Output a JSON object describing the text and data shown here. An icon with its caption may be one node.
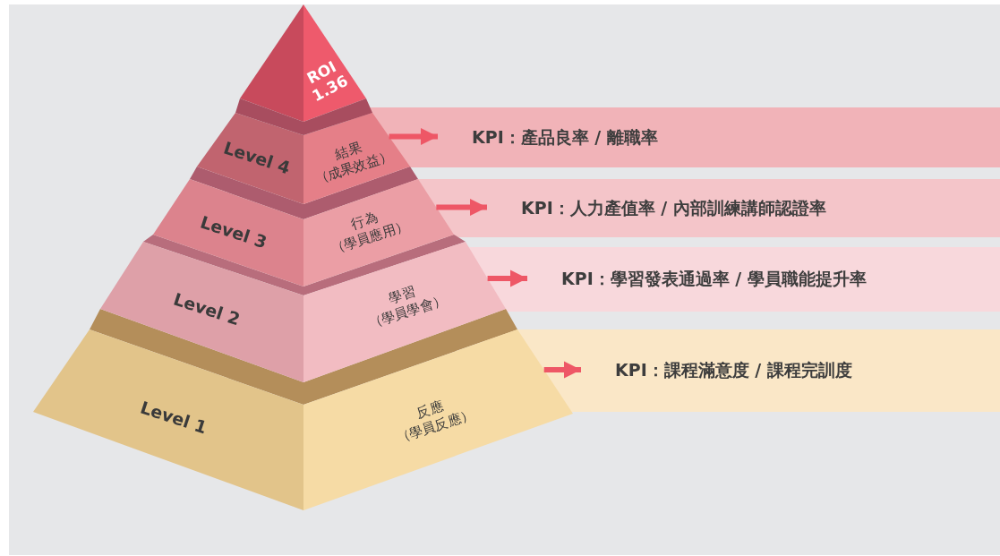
{
  "diagram": {
    "nodes": [
      {
        "text": [
          "ROI 1.36"
        ]
      },
      {
        "text": [
          "Level 4",
          "結果",
          "（成果效益）"
        ]
      },
      {
        "text": [
          "KPI：產品良率 / 離職率"
        ]
      },
      {
        "text": [
          "Level 3",
          "行為",
          "（學員應用）"
        ]
      },
      {
        "text": [
          "KPI：人力產值率 / 內部訓練講師認證率"
        ]
      },
      {
        "text": [
          "Level 2",
          "學習",
          "（學員學會）"
        ]
      },
      {
        "text": [
          "KPI：學習發表通過率 / 學員職能提升率"
        ]
      },
      {
        "text": [
          "Level 1",
          "反應",
          "（學員反應）"
        ]
      },
      {
        "text": [
          "KPI：課程滿意度 / 課程完訓度"
        ]
      }
    ],
    "edges": [
      {
        "from": 1,
        "to": 2,
        "arrow": "to"
      },
      {
        "from": 3,
        "to": 4,
        "arrow": "to"
      },
      {
        "from": 5,
        "to": 6,
        "arrow": "to"
      },
      {
        "from": 7,
        "to": 8,
        "arrow": "to"
      }
    ]
  }
}
